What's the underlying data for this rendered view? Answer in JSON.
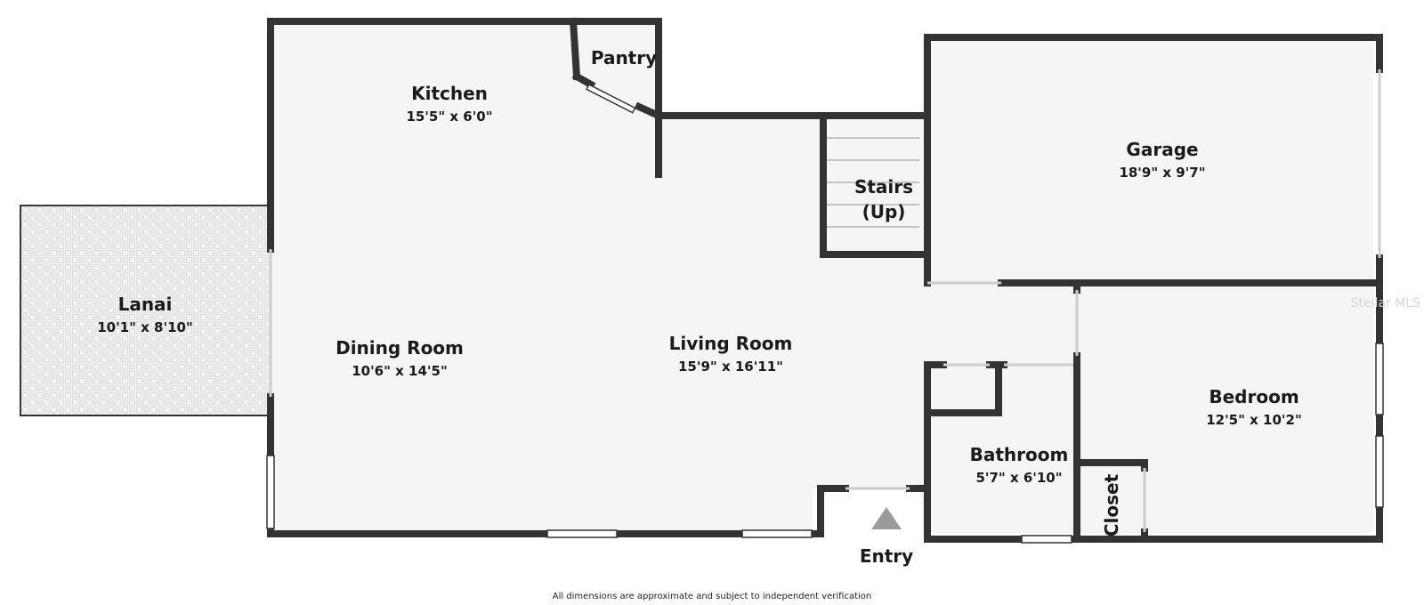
{
  "rooms": {
    "kitchen": {
      "name": "Kitchen",
      "dim": "15'5\" x 6'0\""
    },
    "pantry": {
      "name": "Pantry"
    },
    "stairs": {
      "name_line1": "Stairs",
      "name_line2": "(Up)"
    },
    "garage": {
      "name": "Garage",
      "dim": "18'9\" x 9'7\""
    },
    "lanai": {
      "name": "Lanai",
      "dim": "10'1\" x 8'10\""
    },
    "dining": {
      "name": "Dining Room",
      "dim": "10'6\" x 14'5\""
    },
    "living": {
      "name": "Living Room",
      "dim": "15'9\" x 16'11\""
    },
    "bedroom": {
      "name": "Bedroom",
      "dim": "12'5\" x 10'2\""
    },
    "bathroom": {
      "name": "Bathroom",
      "dim": "5'7\" x 6'10\""
    },
    "closet": {
      "name": "Closet"
    },
    "entry": {
      "name": "Entry"
    }
  },
  "footnote": "All dimensions are approximate and subject to independent verification",
  "watermark": "Stellar MLS",
  "colors": {
    "wall": "#333333",
    "floor": "#f5f5f5",
    "lanai_tile": "#e2e2e2",
    "entry_arrow": "#9b9b9b"
  }
}
